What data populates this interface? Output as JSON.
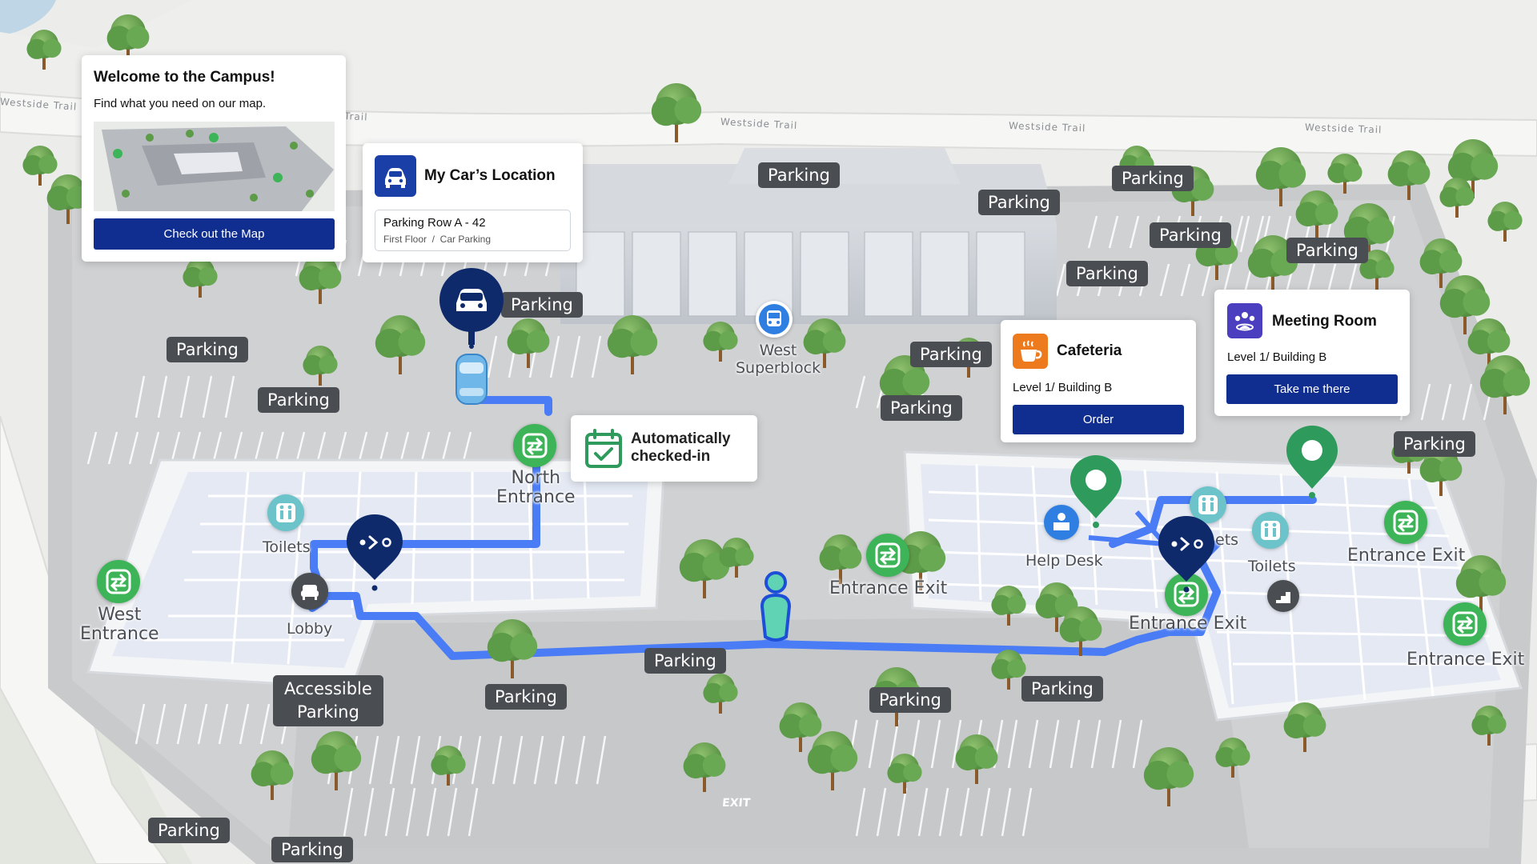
{
  "welcome_card": {
    "title": "Welcome to the Campus!",
    "subtitle": "Find what you need on our map.",
    "button_label": "Check out the Map"
  },
  "car_card": {
    "title": "My Car’s Location",
    "location_main": "Parking Row A - 42",
    "location_sub": "First Floor  /  Car Parking",
    "icon": "car-icon"
  },
  "checkin_card": {
    "text_line1": "Automatically",
    "text_line2": "checked-in",
    "icon": "calendar-check-icon"
  },
  "cafeteria_card": {
    "title": "Cafeteria",
    "location": "Level 1/ Building B",
    "button_label": "Order",
    "icon": "coffee-cup-icon",
    "accent": "#ee7a1e"
  },
  "meeting_card": {
    "title": "Meeting Room",
    "location": "Level 1/ Building B",
    "button_label": "Take me there",
    "icon": "meeting-people-icon",
    "accent": "#4b3fbf"
  },
  "map_labels": {
    "parking": "Parking",
    "accessible_line1": "Accessible",
    "accessible_line2": "Parking",
    "north_line1": "North",
    "north_line2": "Entrance",
    "west_line1": "West",
    "west_line2": "Entrance",
    "superblock_line1": "West",
    "superblock_line2": "Superblock",
    "toilets": "Toilets",
    "toilets_partial": "ets",
    "lobby": "Lobby",
    "help_desk": "Help Desk",
    "entrance_exit": "Entrance Exit",
    "exit_marking": "EXIT",
    "road_name": "Westside Trail",
    "road_partial": "Trail"
  },
  "colors": {
    "route": "#4a7cf5",
    "navy_marker": "#0e2a6b",
    "green_marker": "#2e9a5c",
    "entrance_icon": "#3cb457",
    "button": "#0f2e8f",
    "label_bg": "#4a4d52"
  }
}
